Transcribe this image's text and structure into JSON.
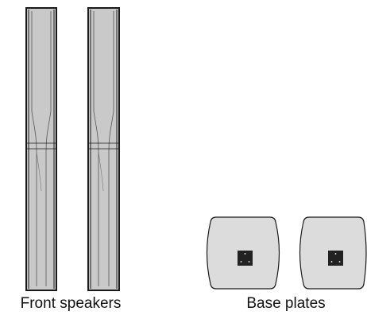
{
  "captions": {
    "front_speakers": "Front speakers",
    "base_plates": "Base plates"
  },
  "colors": {
    "outline": "#1a1a1a",
    "panel_fill": "#c9c9c9",
    "plate_fill": "#dcdcdc",
    "mount_fill": "#222222",
    "background": "#ffffff"
  },
  "parts": [
    {
      "group": "front-speakers",
      "count": 2
    },
    {
      "group": "base-plates",
      "count": 2
    }
  ]
}
